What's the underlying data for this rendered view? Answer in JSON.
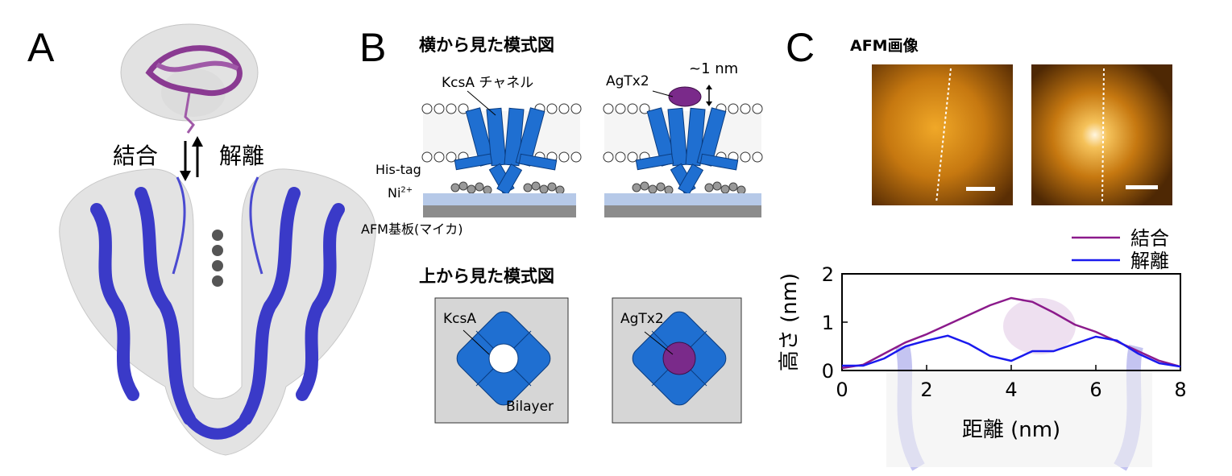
{
  "panels": {
    "a": {
      "letter": "A",
      "bind_label": "結合",
      "unbind_label": "解離"
    },
    "b": {
      "letter": "B",
      "side_title": "横から見た模式図",
      "top_title": "上から見た模式図",
      "kcsa_channel_label": "KcsA チャネル",
      "agtx2_label": "AgTx2",
      "height_label": "~1 nm",
      "his_tag_label": "His-tag",
      "ni_label": "Ni",
      "ni_sup": "2+",
      "substrate_label": "AFM基板(マイカ)",
      "kcsa_top_label": "KcsA",
      "agtx2_top_label": "AgTx2",
      "bilayer_label": "Bilayer"
    },
    "c": {
      "letter": "C",
      "title": "AFM画像"
    }
  },
  "colors": {
    "kcsa_blue": "#1f6fd1",
    "toxin_purple": "#7a2a8a",
    "membrane_gray": "#d6d6d6",
    "mica_blue": "#b6c9e8",
    "mica_gray": "#8c8c8c",
    "bound_line": "#8b1a8b",
    "unbound_line": "#1a1aee",
    "afm_orange": "#d98a12"
  },
  "chart_data": {
    "type": "line",
    "xlabel": "距離 (nm)",
    "ylabel": "高さ (nm)",
    "xlim": [
      0,
      8
    ],
    "ylim": [
      0,
      2
    ],
    "xticks": [
      "0",
      "2",
      "4",
      "6",
      "8"
    ],
    "yticks": [
      "0",
      "1",
      "2"
    ],
    "legend_position": "top-right",
    "series": [
      {
        "name": "結合",
        "x": [
          0,
          0.5,
          1.0,
          1.5,
          2.0,
          2.5,
          3.0,
          3.5,
          4.0,
          4.5,
          5.0,
          5.5,
          6.0,
          6.5,
          7.0,
          7.5,
          8.0
        ],
        "y": [
          0.05,
          0.12,
          0.35,
          0.58,
          0.75,
          0.95,
          1.15,
          1.35,
          1.5,
          1.42,
          1.2,
          0.95,
          0.8,
          0.6,
          0.4,
          0.2,
          0.08
        ]
      },
      {
        "name": "解離",
        "x": [
          0,
          0.5,
          1.0,
          1.5,
          2.0,
          2.5,
          3.0,
          3.5,
          4.0,
          4.5,
          5.0,
          5.5,
          6.0,
          6.5,
          7.0,
          7.5,
          8.0
        ],
        "y": [
          0.1,
          0.1,
          0.25,
          0.5,
          0.62,
          0.72,
          0.55,
          0.3,
          0.2,
          0.4,
          0.4,
          0.55,
          0.7,
          0.62,
          0.35,
          0.15,
          0.08
        ]
      }
    ]
  }
}
